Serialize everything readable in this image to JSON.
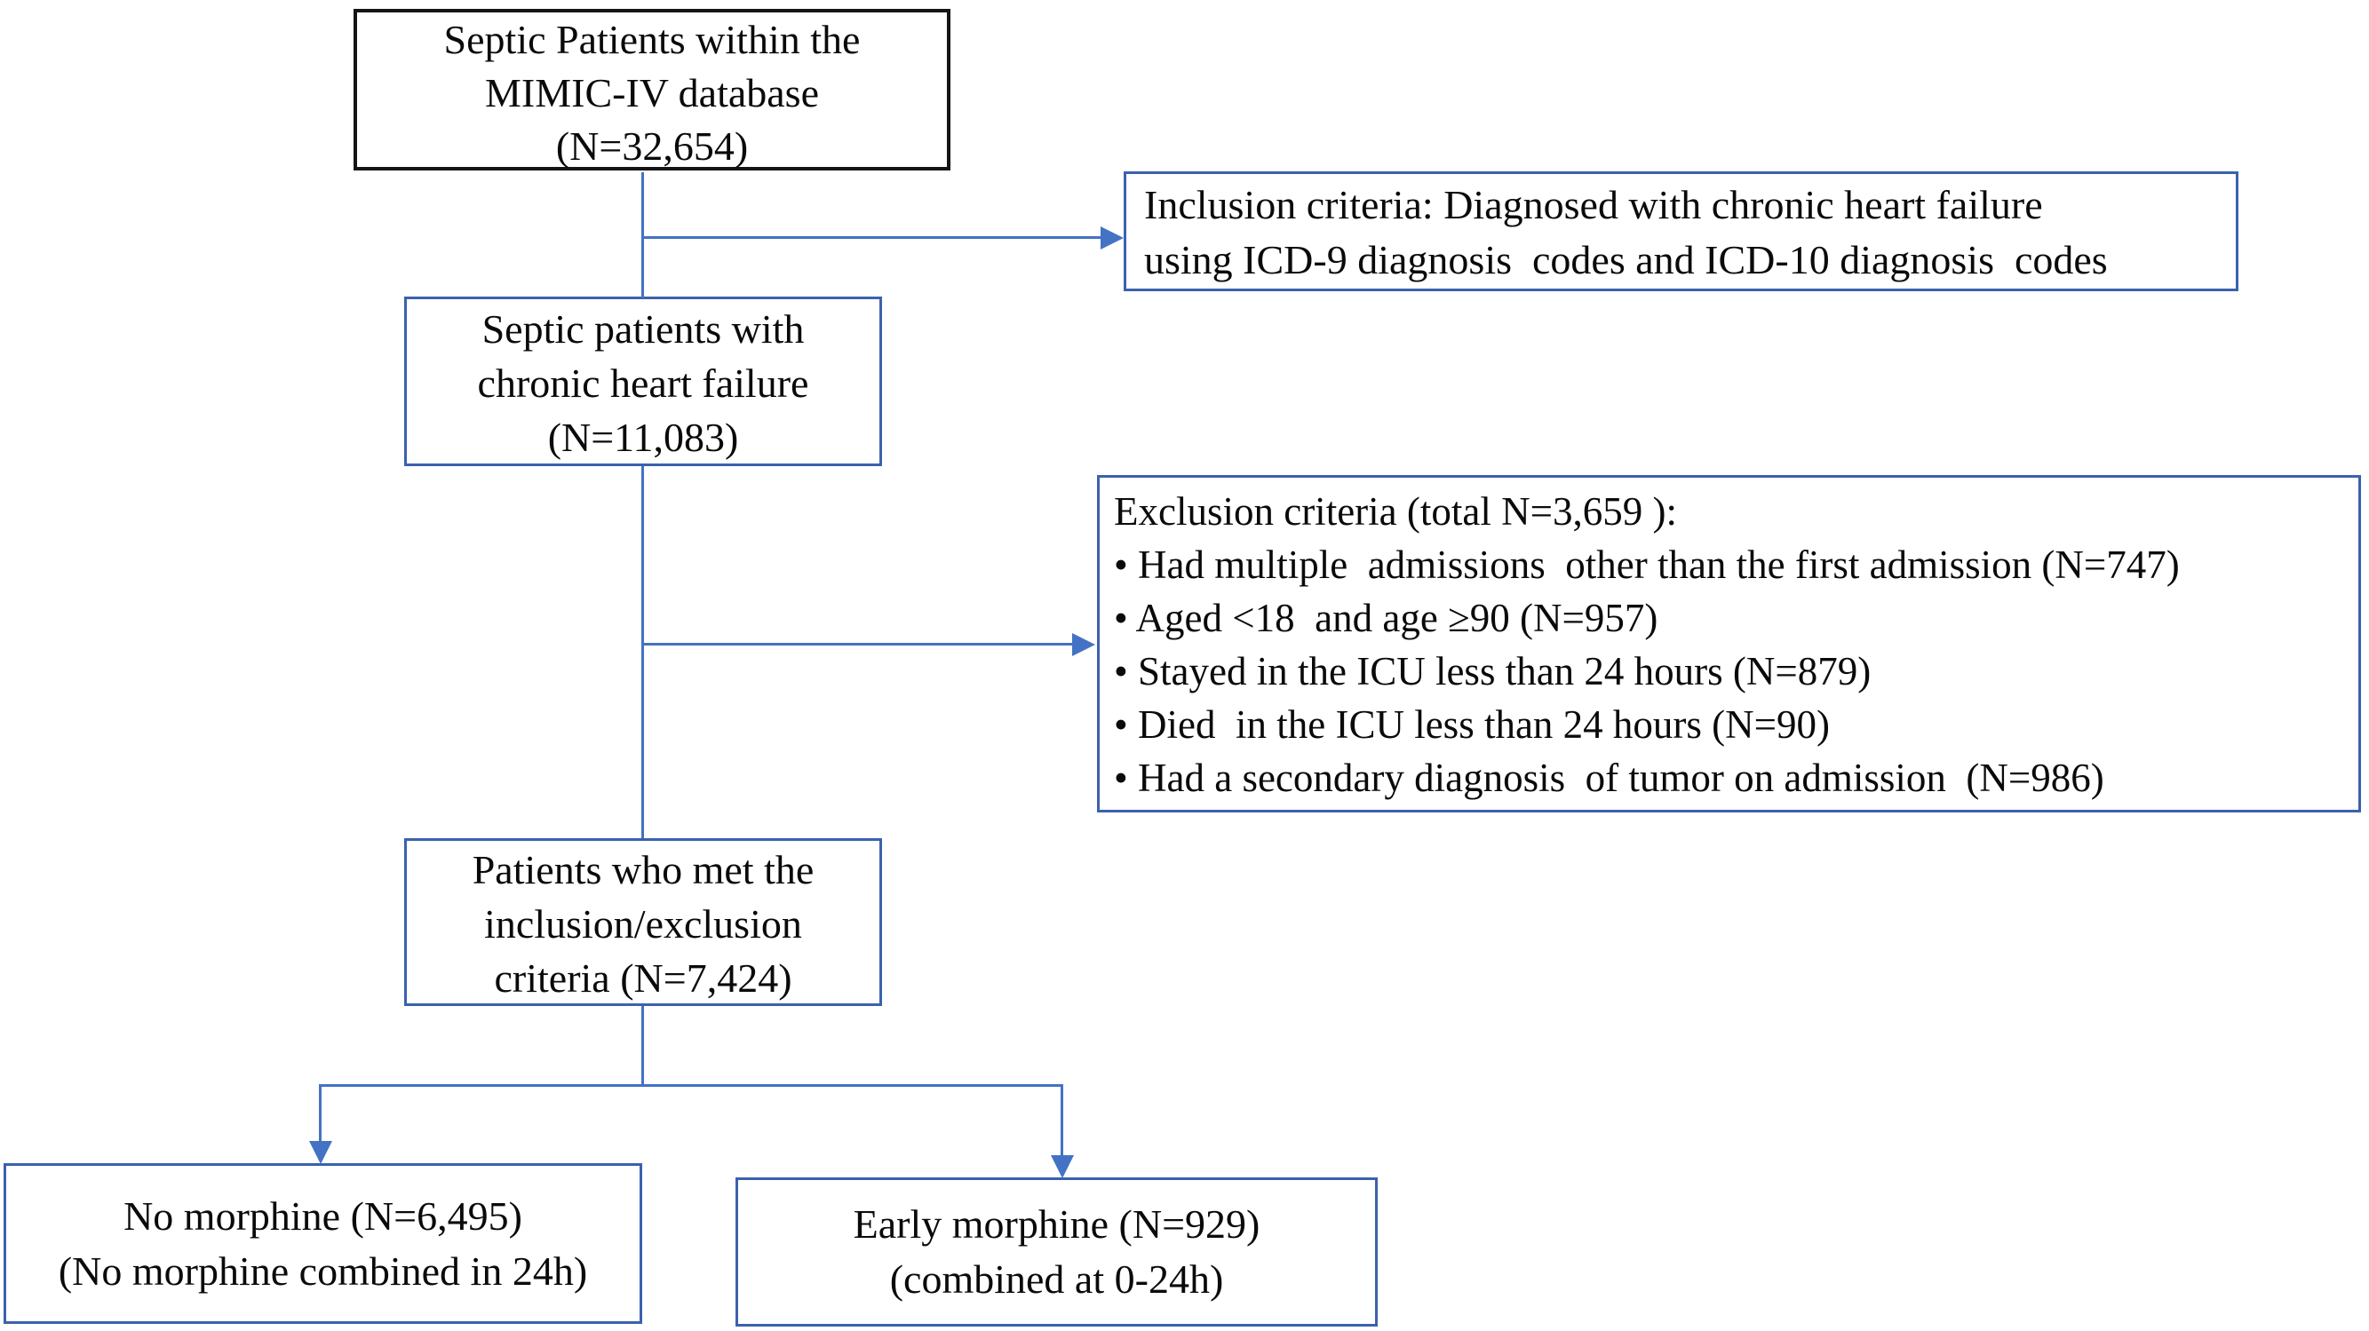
{
  "diagram": {
    "type": "patient-selection-flowchart",
    "boxes": {
      "top": {
        "lines": [
          "Septic Patients within the",
          "MIMIC-IV database",
          "(N=32,654)"
        ]
      },
      "inclusion": {
        "lines": [
          "Inclusion criteria: Diagnosed with chronic heart failure",
          "using ICD-9 diagnosis  codes and ICD-10 diagnosis  codes"
        ]
      },
      "chf": {
        "lines": [
          "Septic patients with",
          "chronic heart failure",
          "(N=11,083)"
        ]
      },
      "exclusion": {
        "lines": [
          "Exclusion criteria (total N=3,659 ):",
          "• Had multiple  admissions  other than the first admission (N=747)",
          "• Aged <18  and age ≥90 (N=957)",
          "• Stayed in the ICU less than 24 hours (N=879)",
          "• Died  in the ICU less than 24 hours (N=90)",
          "• Had a secondary diagnosis  of tumor on admission  (N=986)"
        ]
      },
      "eligible": {
        "lines": [
          "Patients who met the",
          "inclusion/exclusion",
          "criteria (N=7,424)"
        ]
      },
      "no_morphine": {
        "lines": [
          "No morphine (N=6,495)",
          "(No morphine combined in 24h)"
        ]
      },
      "early_morphine": {
        "lines": [
          "Early morphine (N=929)",
          "(combined at 0-24h)"
        ]
      }
    },
    "colors": {
      "top_box_border": "#151515",
      "blue_box_border": "#3a62ad",
      "connector": "#4472c4",
      "text": "#0a0a0a",
      "background": "#ffffff"
    }
  }
}
